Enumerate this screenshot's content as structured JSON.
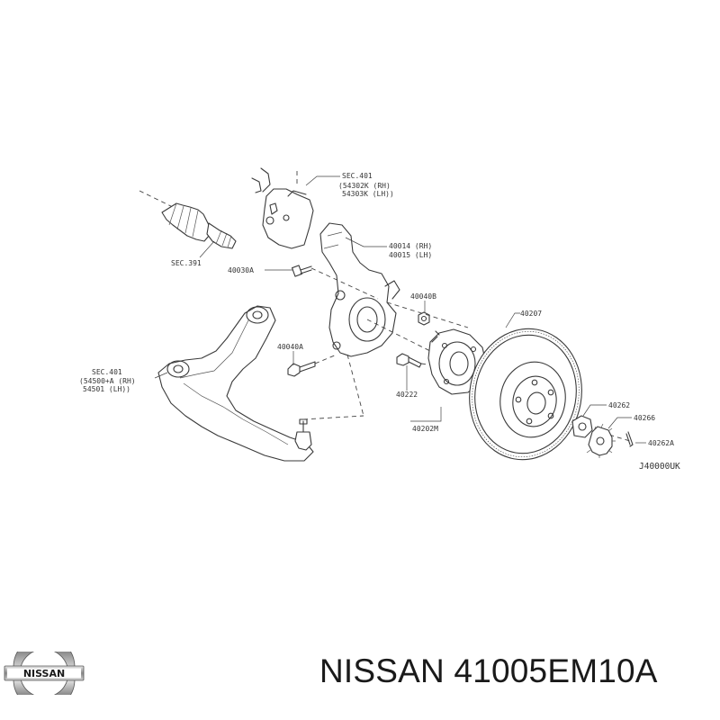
{
  "diagram": {
    "labels": {
      "sec401_top": "SEC.401",
      "p54302K": "(54302K (RH)",
      "p54303K": "54303K (LH))",
      "sec391": "SEC.391",
      "p40030A": "40030A",
      "p40014": "40014 (RH)",
      "p40015": "40015 (LH)",
      "p40040B": "40040B",
      "p40207": "40207",
      "p40040A": "40040A",
      "sec401_left": "SEC.401",
      "p54500": "(54500+A (RH)",
      "p54501": "54501 (LH))",
      "p40222": "40222",
      "p40202M": "40202M",
      "p40262": "40262",
      "p40266": "40266",
      "p40262A": "40262A",
      "ref": "J40000UK"
    }
  },
  "brand": {
    "logo_text": "NISSAN",
    "title": "NISSAN 41005EM10A"
  }
}
